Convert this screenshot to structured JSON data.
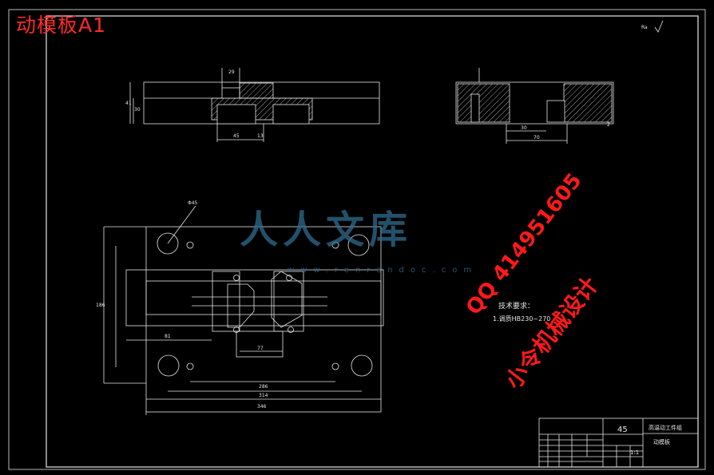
{
  "drawing": {
    "title": "动模板A1",
    "roughness_note": "Ra",
    "tech_requirements_title": "技术要求：",
    "tech_requirements_line": "1.调质HB230~270",
    "top_view_dims": {
      "d1": "45",
      "d2": "13",
      "d3": "41",
      "d4": "30",
      "d5": "29"
    },
    "side_view_dims": {
      "d1": "70",
      "d2": "30",
      "d3": "2"
    },
    "plan_view_dims": {
      "overall_width": "346",
      "inner_width1": "314",
      "inner_width2": "286",
      "center_span": "77",
      "overall_height": "186",
      "left_offset": "81",
      "hole_dia": "Φ45"
    }
  },
  "title_block": {
    "part_number": "45",
    "scale": "1:1",
    "drawing_title_line1": "高温动工件组",
    "drawing_title_line2": "动模板"
  },
  "watermarks": {
    "logo_text": "人人文库",
    "url": "www.renrendoc.com",
    "qq": "QQ 414951605",
    "name": "小令机械设计"
  },
  "colors": {
    "background": "#000000",
    "line": "#e6e6e6",
    "title_red": "#ff2a2a",
    "watermark_blue": "#2f6d8f"
  }
}
